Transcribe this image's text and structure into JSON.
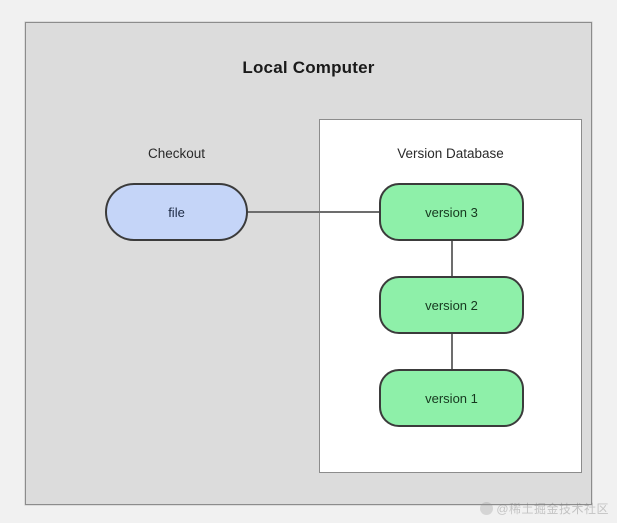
{
  "diagram": {
    "title": "Local Computer",
    "checkout": {
      "label": "Checkout",
      "node_label": "file"
    },
    "version_database": {
      "label": "Version Database",
      "versions": [
        {
          "label": "version 3"
        },
        {
          "label": "version 2"
        },
        {
          "label": "version 1"
        }
      ]
    },
    "watermark": {
      "text": "@稀土掘金技术社区",
      "logo_icon": "juejin-logo-icon"
    },
    "colors": {
      "page_background": "#f1f1f1",
      "outer_panel_fill": "#dcdcdc",
      "outer_panel_border": "#8c8c8c",
      "inner_panel_fill": "#ffffff",
      "inner_panel_border": "#8c8c8c",
      "file_node_fill": "#c5d5f8",
      "version_node_fill": "#8ef0a9",
      "node_border": "#3b3b3b",
      "connector": "#6d6d6d",
      "title_text": "#1a1a1a",
      "label_text": "#2a2a2a"
    }
  }
}
